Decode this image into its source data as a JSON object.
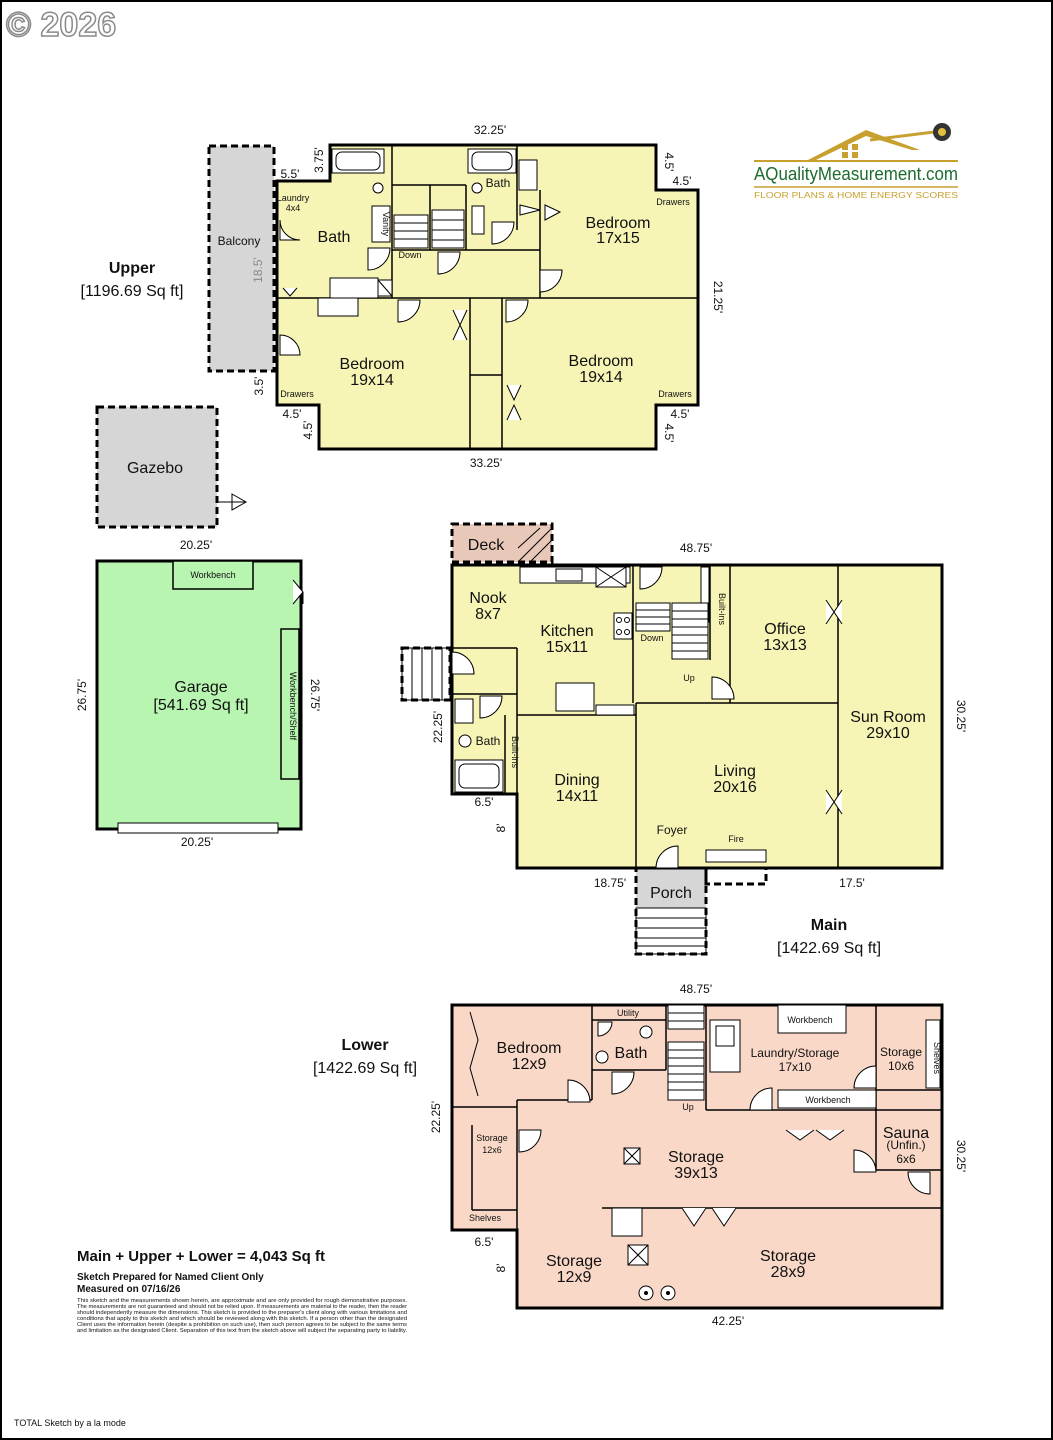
{
  "copyright": "© 2026",
  "logo": {
    "name": "AQualityMeasurement.com",
    "tagline": "FLOOR PLANS & HOME ENERGY SCORES"
  },
  "upper": {
    "title": "Upper",
    "sqft": "[1196.69 Sq ft]",
    "rooms": {
      "balcony": "Balcony",
      "laundry": "Laundry",
      "laundry_size": "4x4",
      "bath_left": "Bath",
      "vanity": "Vanity",
      "bath_right": "Bath",
      "down": "Down",
      "bedroom_ne": "Bedroom",
      "bedroom_ne_size": "17x15",
      "bedroom_sw": "Bedroom",
      "bedroom_sw_size": "19x14",
      "bedroom_se": "Bedroom",
      "bedroom_se_size": "19x14",
      "drawers_ne": "Drawers",
      "drawers_sw": "Drawers",
      "drawers_se": "Drawers"
    },
    "dims": {
      "top": "32.25'",
      "bottom": "33.25'",
      "right": "21.25'",
      "balcony_len": "18.5'",
      "d_5_5": "5.5'",
      "d_3_75": "3.75'",
      "d_4_5_a": "4.5'",
      "d_4_5_b": "4.5'",
      "d_3_5": "3.5'",
      "d_4_5_c": "4.5'",
      "d_4_5_d": "4.5'",
      "d_4_5_e": "4.5'",
      "d_4_5_f": "4.5'"
    }
  },
  "gazebo": {
    "label": "Gazebo",
    "dim": "20.25'"
  },
  "garage": {
    "label": "Garage",
    "sqft": "[541.69 Sq ft]",
    "workbench": "Workbench",
    "workbench_shelf": "Workbench/Shelf",
    "dim_left": "26.75'",
    "dim_right": "26.75'",
    "dim_bottom": "20.25'"
  },
  "main": {
    "title": "Main",
    "sqft": "[1422.69 Sq ft]",
    "rooms": {
      "deck": "Deck",
      "nook": "Nook",
      "nook_size": "8x7",
      "kitchen": "Kitchen",
      "kitchen_size": "15x11",
      "down": "Down",
      "up": "Up",
      "builtins_top": "Built-ins",
      "office": "Office",
      "office_size": "13x13",
      "sunroom": "Sun Room",
      "sunroom_size": "29x10",
      "bath": "Bath",
      "builtins_bath": "Built-ins",
      "dining": "Dining",
      "dining_size": "14x11",
      "living": "Living",
      "living_size": "20x16",
      "foyer": "Foyer",
      "fire": "Fire",
      "porch": "Porch"
    },
    "dims": {
      "top": "48.75'",
      "right": "30.25'",
      "left": "22.25'",
      "d_6_5": "6.5'",
      "d_8": "8'",
      "bottom_left": "18.75'",
      "bottom_right": "17.5'"
    }
  },
  "lower": {
    "title": "Lower",
    "sqft": "[1422.69 Sq ft]",
    "rooms": {
      "bedroom": "Bedroom",
      "bedroom_size": "12x9",
      "utility": "Utility",
      "bath": "Bath",
      "up": "Up",
      "workbench_top": "Workbench",
      "laundry": "Laundry/Storage",
      "laundry_size": "17x10",
      "storage_ne": "Storage",
      "storage_ne_size": "10x6",
      "shelves_right": "Shelves",
      "workbench_mid": "Workbench",
      "storage_w": "Storage",
      "storage_w_size": "12x6",
      "sauna": "Sauna",
      "sauna_note": "(Unfin.)",
      "sauna_size": "6x6",
      "storage_c": "Storage",
      "storage_c_size": "39x13",
      "shelves_left": "Shelves",
      "storage_sw": "Storage",
      "storage_sw_size": "12x9",
      "storage_se": "Storage",
      "storage_se_size": "28x9"
    },
    "dims": {
      "top": "48.75'",
      "left": "22.25'",
      "right": "30.25'",
      "d_6_5": "6.5'",
      "d_8": "8'",
      "bottom": "42.25'"
    }
  },
  "summary": {
    "total": "Main + Upper + Lower = 4,043 Sq ft",
    "prepared": "Sketch Prepared for Named Client Only",
    "measured": "Measured on 07/16/26",
    "disclaimer": [
      "This sketch and the measurements shown herein, are approximate and are only provided for rough demonstrative purposes.",
      "The measurements are not guaranteed and should not be relied upon.  If measurements are material to the reader, then the reader",
      "should independently measure the dimensions.  This sketch is provided to the preparer's client along with various limitations and",
      "conditions that apply to this sketch and which should be reviewed along with this sketch.  If a person other than the designated",
      "Client uses the information herein (despite a prohibition on such use), then such person agrees to be subject to the same terms",
      "and limitation as the designated Client.  Separation of this text from the sketch above will subject the separating party to liability."
    ]
  },
  "footer": "TOTAL Sketch by a la mode",
  "colors": {
    "upper_fill": "#f7f5b5",
    "main_fill": "#f7f5b5",
    "lower_fill": "#f9d8c8",
    "garage_fill": "#b8f5b0",
    "gray_fill": "#d6d6d6",
    "logo_gold": "#c8a030",
    "logo_green": "#1d6b2e"
  }
}
